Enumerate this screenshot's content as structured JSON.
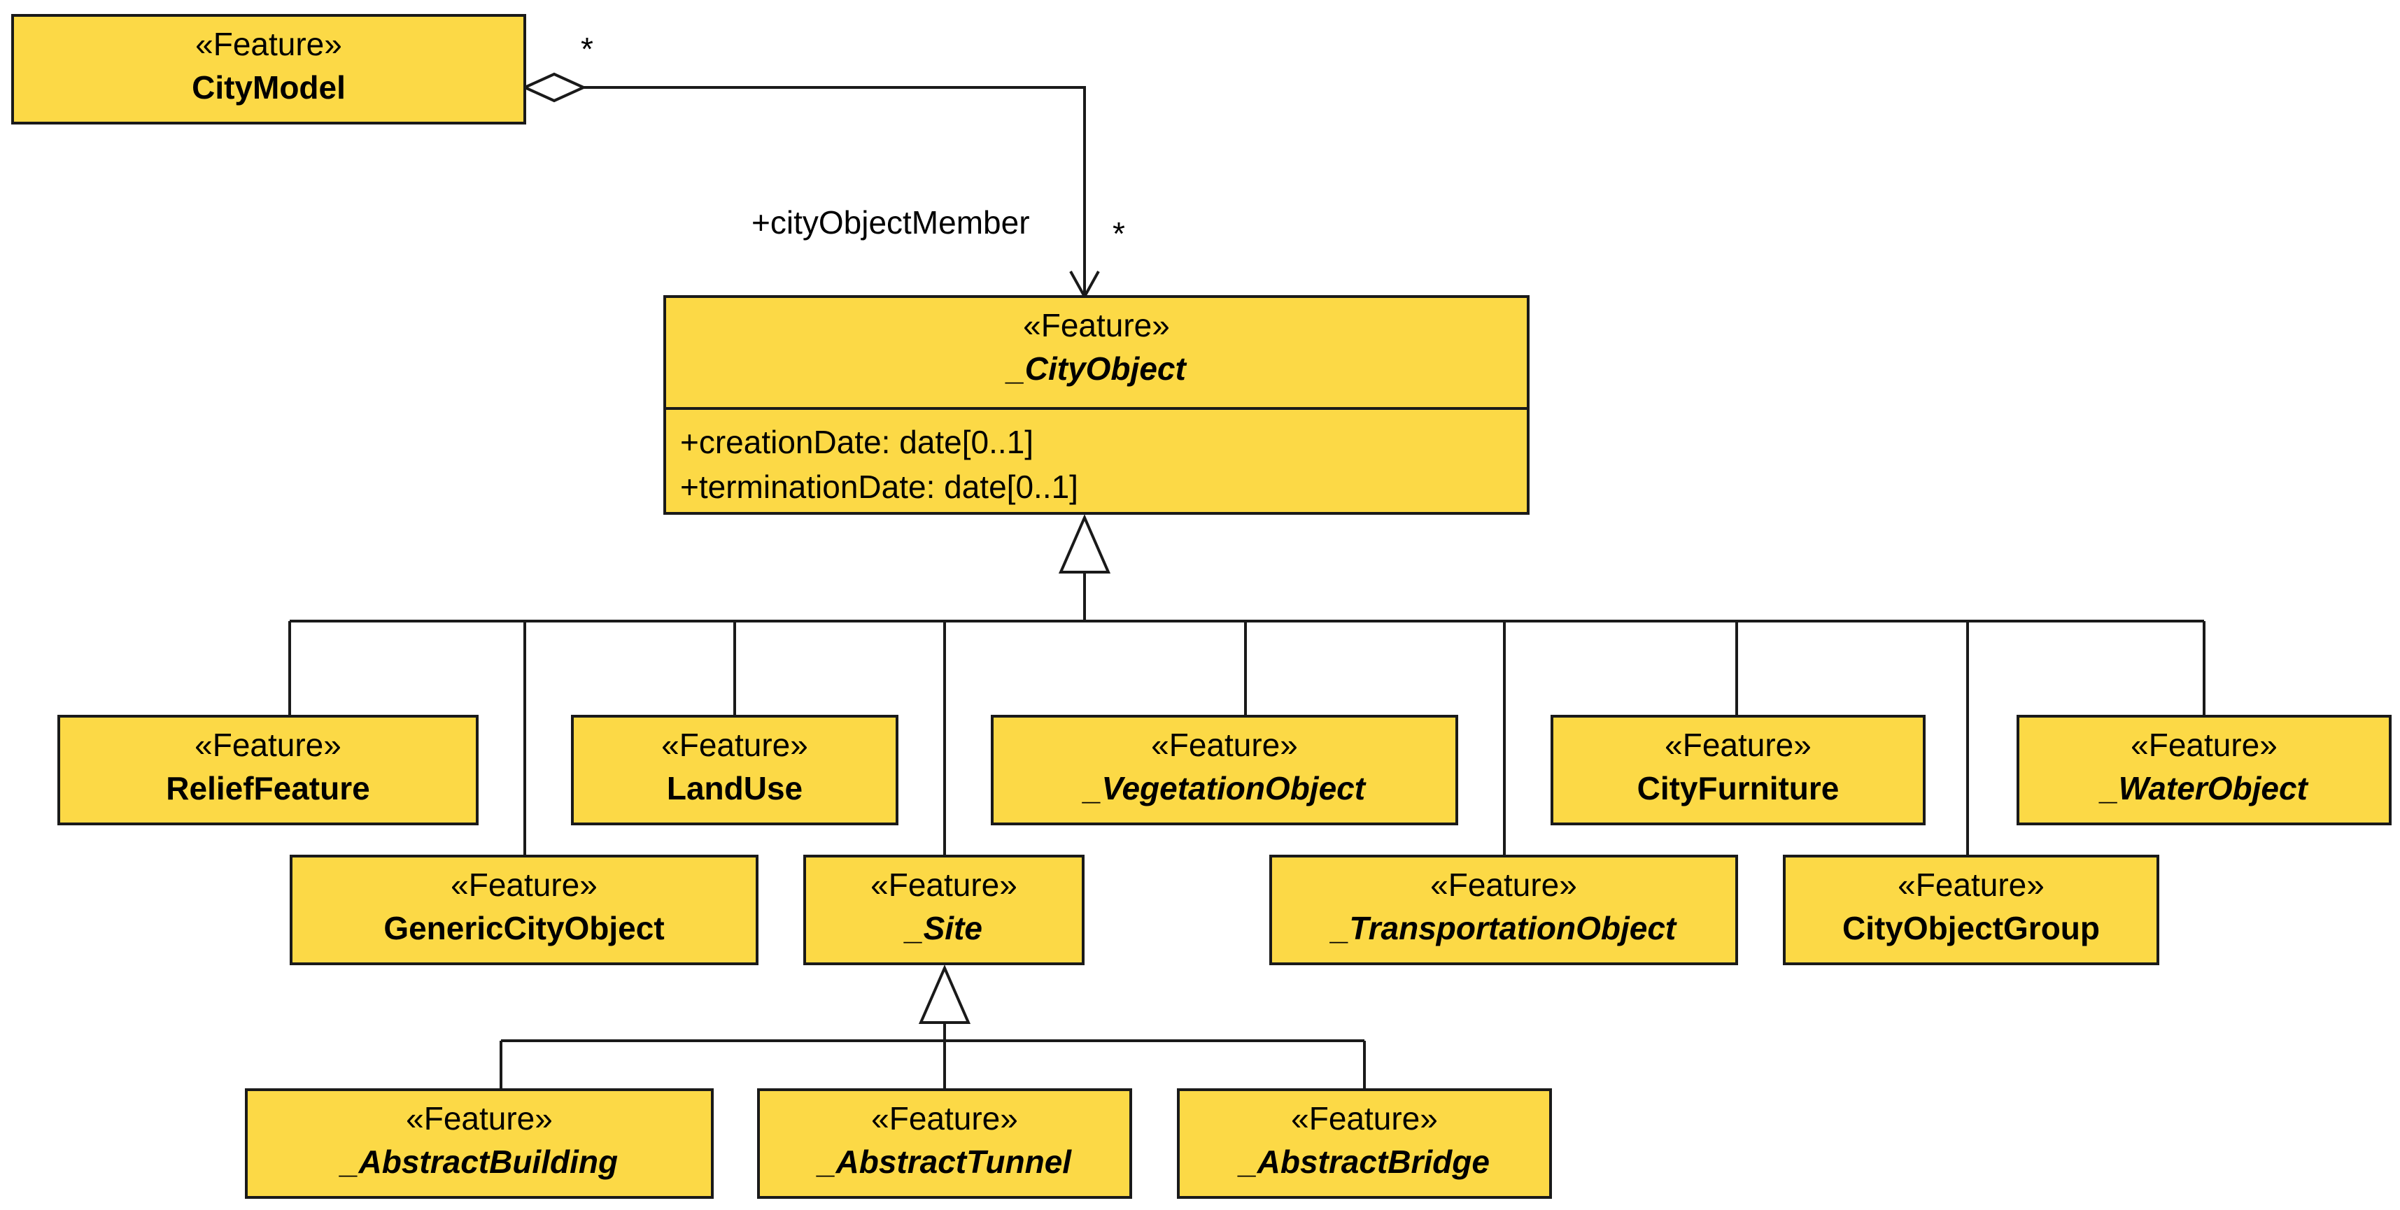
{
  "stereotype": "«Feature»",
  "classes": {
    "city_model": "CityModel",
    "city_object": "_CityObject",
    "relief_feature": "ReliefFeature",
    "land_use": "LandUse",
    "vegetation_object": "_VegetationObject",
    "city_furniture": "CityFurniture",
    "water_object": "_WaterObject",
    "generic_city_object": "GenericCityObject",
    "site": "_Site",
    "transportation_object": "_TransportationObject",
    "city_object_group": "CityObjectGroup",
    "abstract_building": "_AbstractBuilding",
    "abstract_tunnel": "_AbstractTunnel",
    "abstract_bridge": "_AbstractBridge"
  },
  "city_object_attributes": [
    "+creationDate: date[0..1]",
    "+terminationDate: date[0..1]"
  ],
  "association": {
    "role": "+cityObjectMember",
    "source_multiplicity": "*",
    "target_multiplicity": "*"
  }
}
